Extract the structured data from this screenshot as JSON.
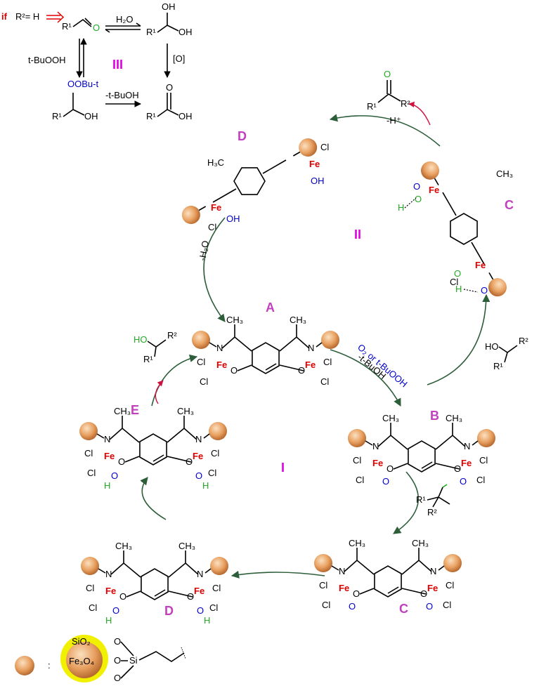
{
  "colors": {
    "iron": "#e00000",
    "oxygen": "#0000cc",
    "hydrogen": "#22aa22",
    "label": "#c040c0",
    "cycle": "#e000e0",
    "arrow": "#2d5e3a",
    "sphere": "#e8a060",
    "shell": "#f0f000"
  },
  "inset": {
    "if_label": "if",
    "r2h": "R²= H",
    "r1": "R¹",
    "o": "O",
    "h2o": "H₂O",
    "oh": "OH",
    "oxid": "[O]",
    "tbuooh": "t-BuOOH",
    "roman": "III",
    "oobu": "OOBu-t",
    "minus_tbuoh": "-t-BuOH"
  },
  "complexes": {
    "A": "A",
    "B": "B",
    "C": "C",
    "D": "D",
    "E": "E",
    "fe": "Fe",
    "cl": "Cl",
    "n": "N",
    "o": "O",
    "ch3": "CH₃",
    "h3c": "H₃C",
    "oh": "OH",
    "h": "H"
  },
  "reagents": {
    "o2_tbuooh": "O₂ or t-BuOOH",
    "minus_tbuoh": "-t-BuOH",
    "minus_h2o": "-H₂O",
    "minus_hplus": "-H⁺",
    "alcohol": "HO",
    "r1": "R¹",
    "r2": "R²",
    "ketone_o": "O"
  },
  "cycles": {
    "I": "I",
    "II": "II"
  },
  "legend": {
    "colon": ":",
    "sio2": "SiO₂",
    "fe3o4": "Fe₃O₄",
    "o": "O",
    "si": "Si"
  }
}
